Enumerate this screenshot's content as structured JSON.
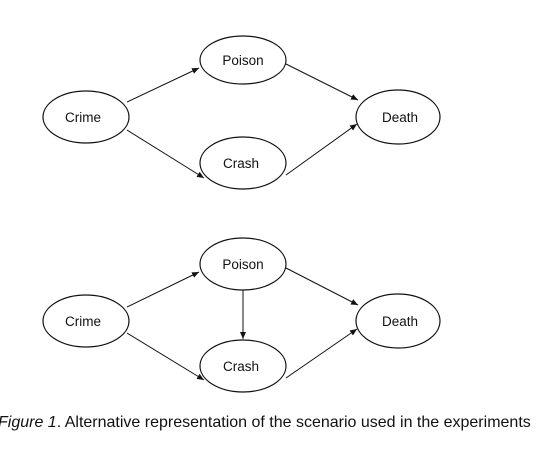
{
  "diagrams": [
    {
      "nodes": {
        "crime": "Crime",
        "poison": "Poison",
        "crash": "Crash",
        "death": "Death"
      }
    },
    {
      "nodes": {
        "crime": "Crime",
        "poison": "Poison",
        "crash": "Crash",
        "death": "Death"
      }
    }
  ],
  "caption": {
    "label": "Figure 1",
    "text": ". Alternative representation of the scenario used in the experiments"
  },
  "colors": {
    "stroke": "#111111",
    "background": "#ffffff"
  }
}
